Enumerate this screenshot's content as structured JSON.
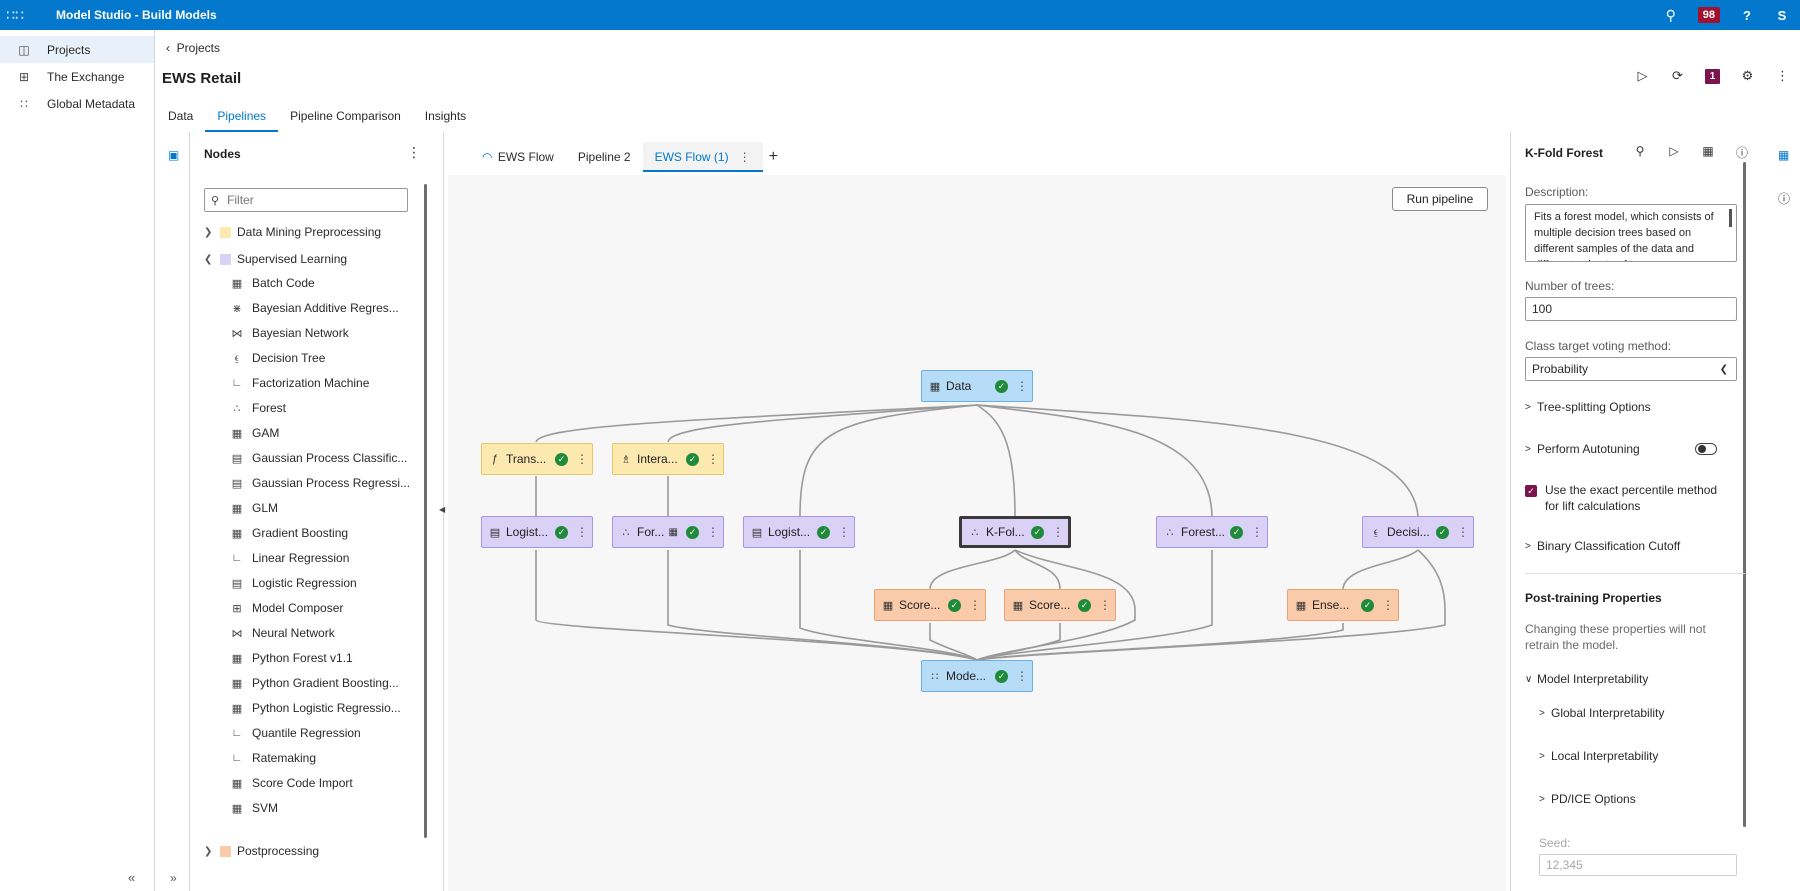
{
  "app": {
    "title": "Model Studio - Build Models",
    "badge_count": "98",
    "user_initial": "S"
  },
  "leftnav": {
    "items": [
      {
        "label": "Projects",
        "icon": "projects-icon",
        "active": true
      },
      {
        "label": "The Exchange",
        "icon": "exchange-icon",
        "active": false
      },
      {
        "label": "Global Metadata",
        "icon": "metadata-icon",
        "active": false
      }
    ]
  },
  "project": {
    "back_label": "Projects",
    "title": "EWS Retail",
    "notification_count": "1",
    "tabs": [
      "Data",
      "Pipelines",
      "Pipeline Comparison",
      "Insights"
    ],
    "active_tab": "Pipelines"
  },
  "nodes_panel": {
    "title": "Nodes",
    "filter_placeholder": "Filter",
    "groups": [
      {
        "label": "Data Mining Preprocessing",
        "expanded": false,
        "color": "#fce9b0"
      },
      {
        "label": "Supervised Learning",
        "expanded": true,
        "color": "#d9d1f6"
      },
      {
        "label": "Postprocessing",
        "expanded": false,
        "color": "#f9cbaa"
      }
    ],
    "supervised_items": [
      "Batch Code",
      "Bayesian Additive Regres...",
      "Bayesian Network",
      "Decision Tree",
      "Factorization Machine",
      "Forest",
      "GAM",
      "Gaussian Process Classific...",
      "Gaussian Process Regressi...",
      "GLM",
      "Gradient Boosting",
      "Linear Regression",
      "Logistic Regression",
      "Model Composer",
      "Neural Network",
      "Python Forest v1.1",
      "Python Gradient Boosting...",
      "Python Logistic Regressio...",
      "Quantile Regression",
      "Ratemaking",
      "Score Code Import",
      "SVM"
    ]
  },
  "canvas": {
    "tabs": [
      "EWS Flow",
      "Pipeline 2",
      "EWS Flow (1)"
    ],
    "active_tab": "EWS Flow (1)",
    "run_label": "Run pipeline",
    "nodes": {
      "data": "Data",
      "trans": "Trans...",
      "intera": "Intera...",
      "logist1": "Logist...",
      "for1": "For...",
      "logist2": "Logist...",
      "kfold": "K-Fol...",
      "forest": "Forest...",
      "decisi": "Decisi...",
      "score1": "Score...",
      "score2": "Score...",
      "ense": "Ense...",
      "mode": "Mode..."
    },
    "colors": {
      "data": "#b6dcf7",
      "preprocessing": "#fce9b0",
      "supervised": "#d9d1f6",
      "postprocessing": "#f9cbaa"
    }
  },
  "properties": {
    "title": "K-Fold Forest",
    "description_label": "Description:",
    "description": "Fits a forest model, which consists of multiple decision trees based on different samples of the data and different subsets of",
    "num_trees_label": "Number of trees:",
    "num_trees": "100",
    "voting_label": "Class target voting method:",
    "voting_value": "Probability",
    "tree_splitting": "Tree-splitting Options",
    "autotuning": "Perform Autotuning",
    "percentile_label": "Use the exact percentile method for lift calculations",
    "binary_cutoff": "Binary Classification Cutoff",
    "post_training_title": "Post-training Properties",
    "post_training_note": "Changing these properties will not retrain the model.",
    "model_interp": "Model Interpretability",
    "global_interp": "Global Interpretability",
    "local_interp": "Local Interpretability",
    "pdice": "PD/ICE Options",
    "seed_label": "Seed:",
    "seed_value": "12,345"
  }
}
